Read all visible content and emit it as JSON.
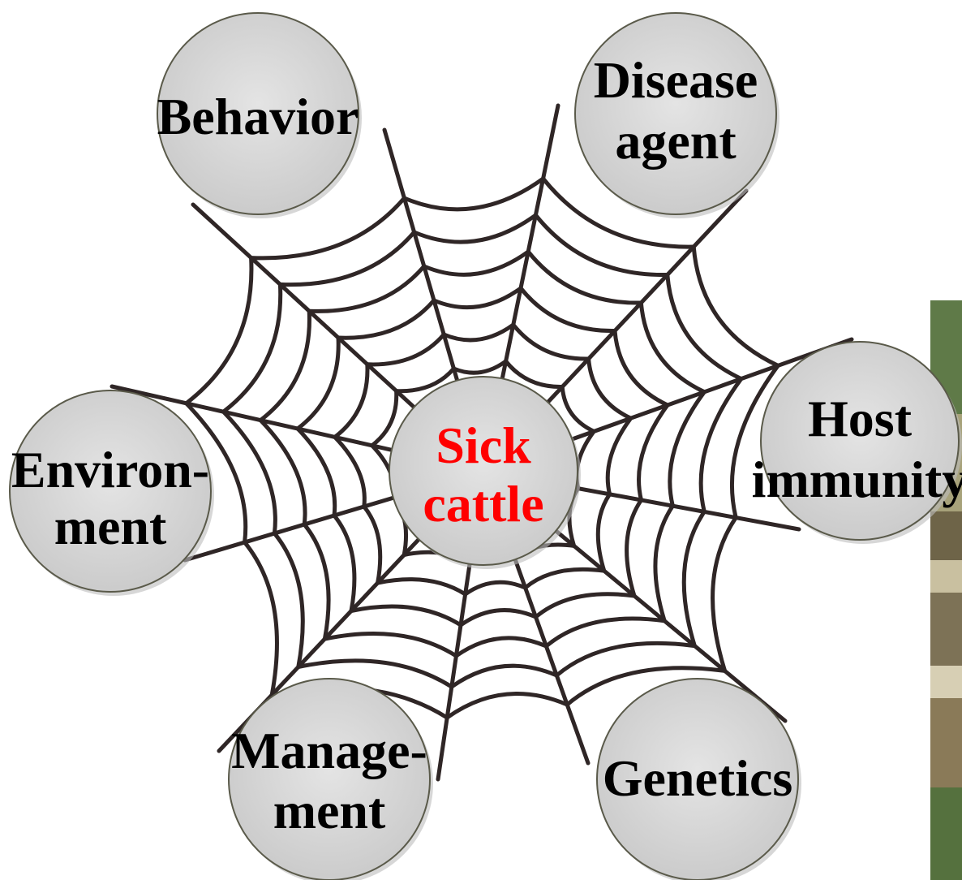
{
  "center": {
    "lines": [
      "Sick",
      "cattle"
    ],
    "color": "#ff0000"
  },
  "factors": [
    {
      "id": "behavior",
      "lines": [
        "Behavior"
      ]
    },
    {
      "id": "disease-agent",
      "lines": [
        "Disease",
        "agent"
      ]
    },
    {
      "id": "host-immunity",
      "lines": [
        "Host",
        "immunity"
      ]
    },
    {
      "id": "genetics",
      "lines": [
        "Genetics"
      ]
    },
    {
      "id": "management",
      "lines": [
        "Manage-",
        "ment"
      ]
    },
    {
      "id": "environment",
      "lines": [
        "Environ-",
        "ment"
      ]
    }
  ],
  "colors": {
    "node_fill": "#d6d6d6",
    "thread": "#2f2626",
    "factor_text": "#000000"
  }
}
